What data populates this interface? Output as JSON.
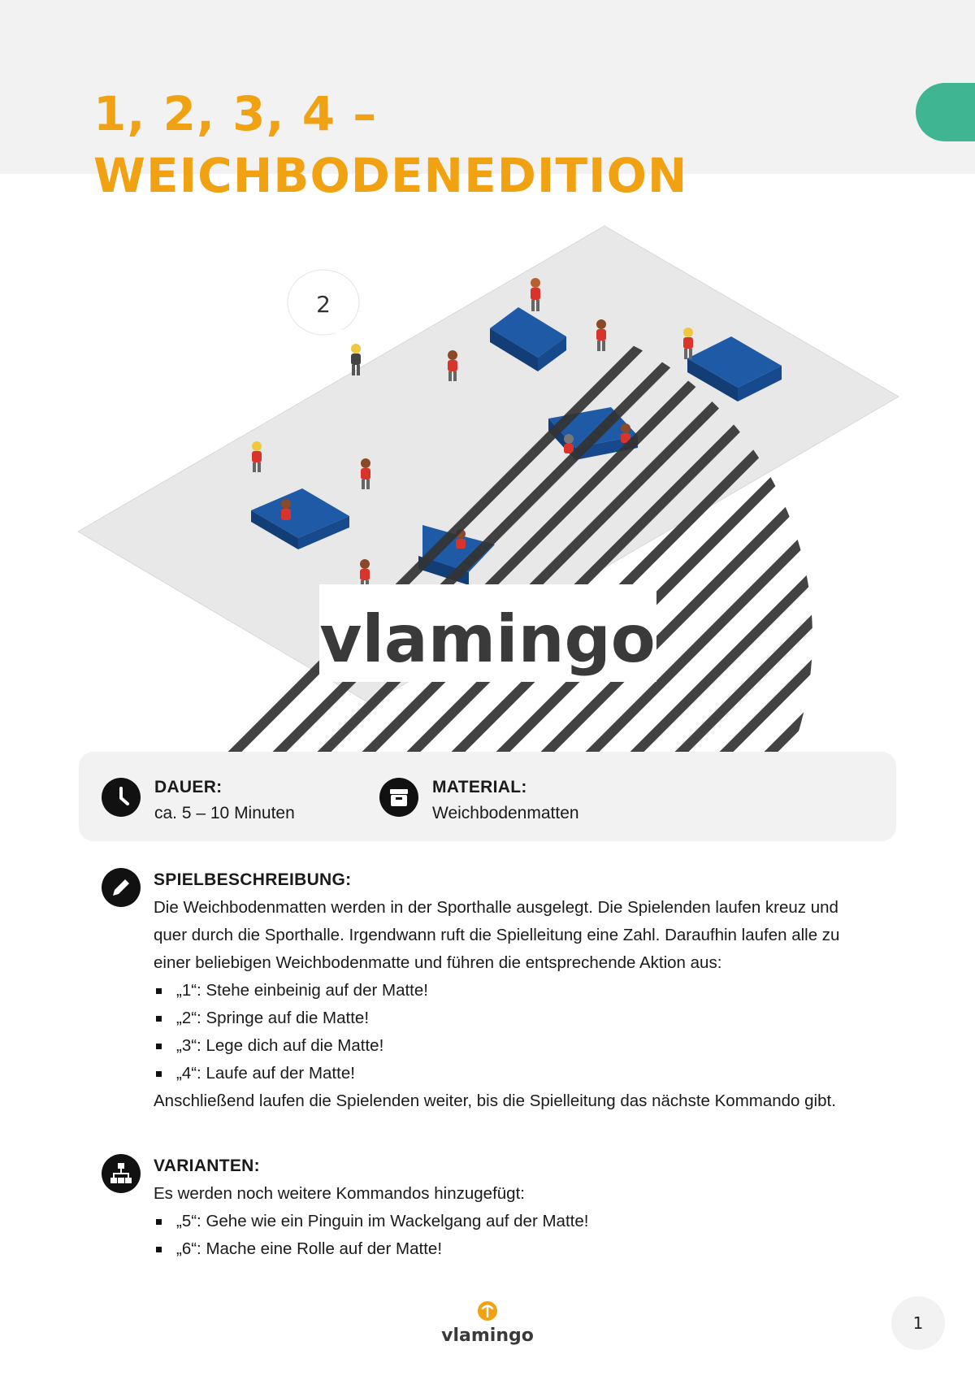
{
  "header": {
    "title": "1, 2, 3, 4 – WEICHBODENEDITION"
  },
  "illustration": {
    "speech_bubble": "2",
    "watermark": "vlamingo"
  },
  "info": {
    "duration": {
      "icon": "clock-icon",
      "label": "DAUER:",
      "value": "ca. 5 – 10 Minuten"
    },
    "material": {
      "icon": "box-icon",
      "label": "MATERIAL:",
      "value": "Weichbodenmatten"
    }
  },
  "description": {
    "icon": "pencil-icon",
    "heading": "SPIELBESCHREIBUNG:",
    "intro": "Die Weichbodenmatten werden in der Sporthalle ausgelegt. Die Spielenden laufen kreuz und quer durch die Sporthalle. Irgendwann ruft die Spielleitung eine Zahl. Daraufhin laufen alle zu einer beliebigen Weichbodenmatte und führen die entsprechende Aktion aus:",
    "items": [
      "„1“: Stehe einbeinig auf der Matte!",
      "„2“: Springe auf die Matte!",
      "„3“: Lege dich auf die Matte!",
      "„4“: Laufe auf der Matte!"
    ],
    "outro": "Anschließend laufen die Spielenden weiter, bis die Spielleitung das nächste Kommando gibt."
  },
  "variants": {
    "icon": "sitemap-icon",
    "heading": "VARIANTEN:",
    "intro": "Es werden noch weitere Kommandos hinzugefügt:",
    "items": [
      "„5“: Gehe wie ein Pinguin im Wackelgang auf der Matte!",
      "„6“: Mache eine Rolle auf der Matte!"
    ]
  },
  "footer": {
    "logo": "vlamingo",
    "page_number": "1"
  },
  "colors": {
    "title": "#f0a212",
    "tab": "#3fb592",
    "mat": "#1f5aa6",
    "shirt": "#d9342b"
  }
}
